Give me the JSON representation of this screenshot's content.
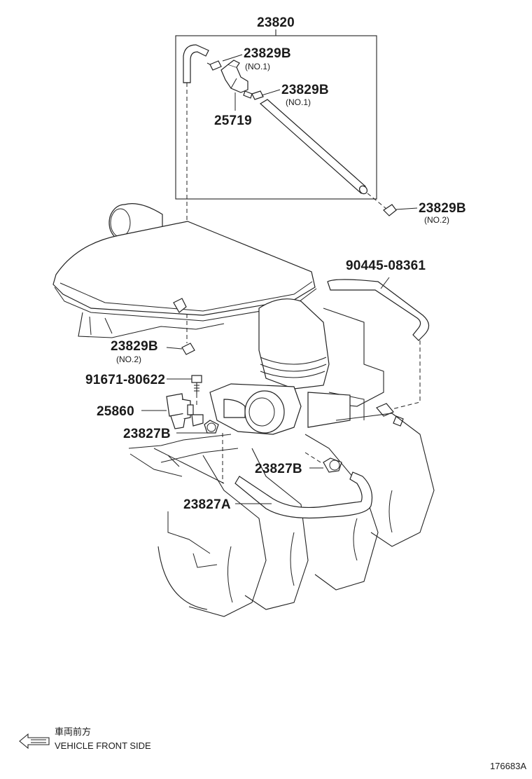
{
  "parts": {
    "assembly": "23820",
    "clamp_top_1": "23829B",
    "clamp_top_1_sub": "(NO.1)",
    "clamp_top_2": "23829B",
    "clamp_top_2_sub": "(NO.1)",
    "vsv_valve": "25719",
    "clamp_right": "23829B",
    "clamp_right_sub": "(NO.2)",
    "hose_right": "90445-08361",
    "clamp_left": "23829B",
    "clamp_left_sub": "(NO.2)",
    "bolt": "91671-80622",
    "vsv": "25860",
    "clamp_lower_left": "23827B",
    "clamp_lower_right": "23827B",
    "hose_lower": "23827A"
  },
  "legend": {
    "japanese": "車両前方",
    "english": "VEHICLE FRONT SIDE"
  },
  "figure_id": "176683A"
}
